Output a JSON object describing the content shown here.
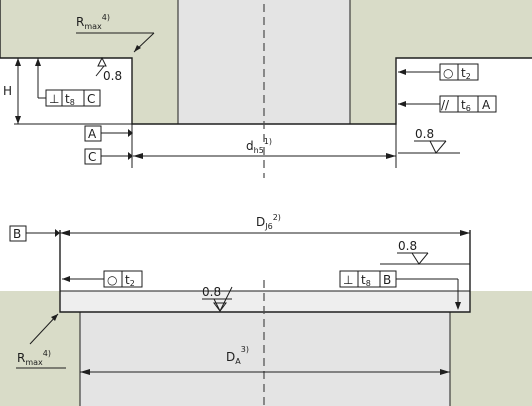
{
  "colors": {
    "housing": "#d9dcc8",
    "bore": "#e4e4e4",
    "line": "#1e1e1e"
  },
  "shaft_seat": {
    "fillet_radius": {
      "letter": "R",
      "subscript": "max",
      "note": "4)"
    },
    "roughness_fillet": "0.8",
    "height_label": "H",
    "perpendicularity_frame": {
      "symbol": "⊥",
      "tolerance": "t",
      "tol_sub": "8",
      "datum": "C"
    },
    "circularity_frame": {
      "symbol": "○",
      "tolerance": "t",
      "tol_sub": "2"
    },
    "parallelism_frame": {
      "symbol": "//",
      "tolerance": "t",
      "tol_sub": "6",
      "datum": "A"
    },
    "datum_a": "A",
    "datum_c": "C",
    "roughness_shoulder": "0.8",
    "diameter": {
      "letter": "d",
      "subscript": "h5",
      "note": "1)"
    }
  },
  "housing_seat": {
    "datum_b": "B",
    "diameter": {
      "letter": "D",
      "subscript": "J6",
      "note": "2)"
    },
    "roughness_face": "0.8",
    "circularity_frame": {
      "symbol": "○",
      "tolerance": "t",
      "tol_sub": "2"
    },
    "perpendicularity_frame": {
      "symbol": "⊥",
      "tolerance": "t",
      "tol_sub": "8",
      "datum": "B"
    },
    "roughness_bore": "0.8",
    "fillet_radius": {
      "letter": "R",
      "subscript": "max",
      "note": "4)"
    },
    "abutment_diameter": {
      "letter": "D",
      "subscript": "A",
      "note": "3)"
    }
  }
}
